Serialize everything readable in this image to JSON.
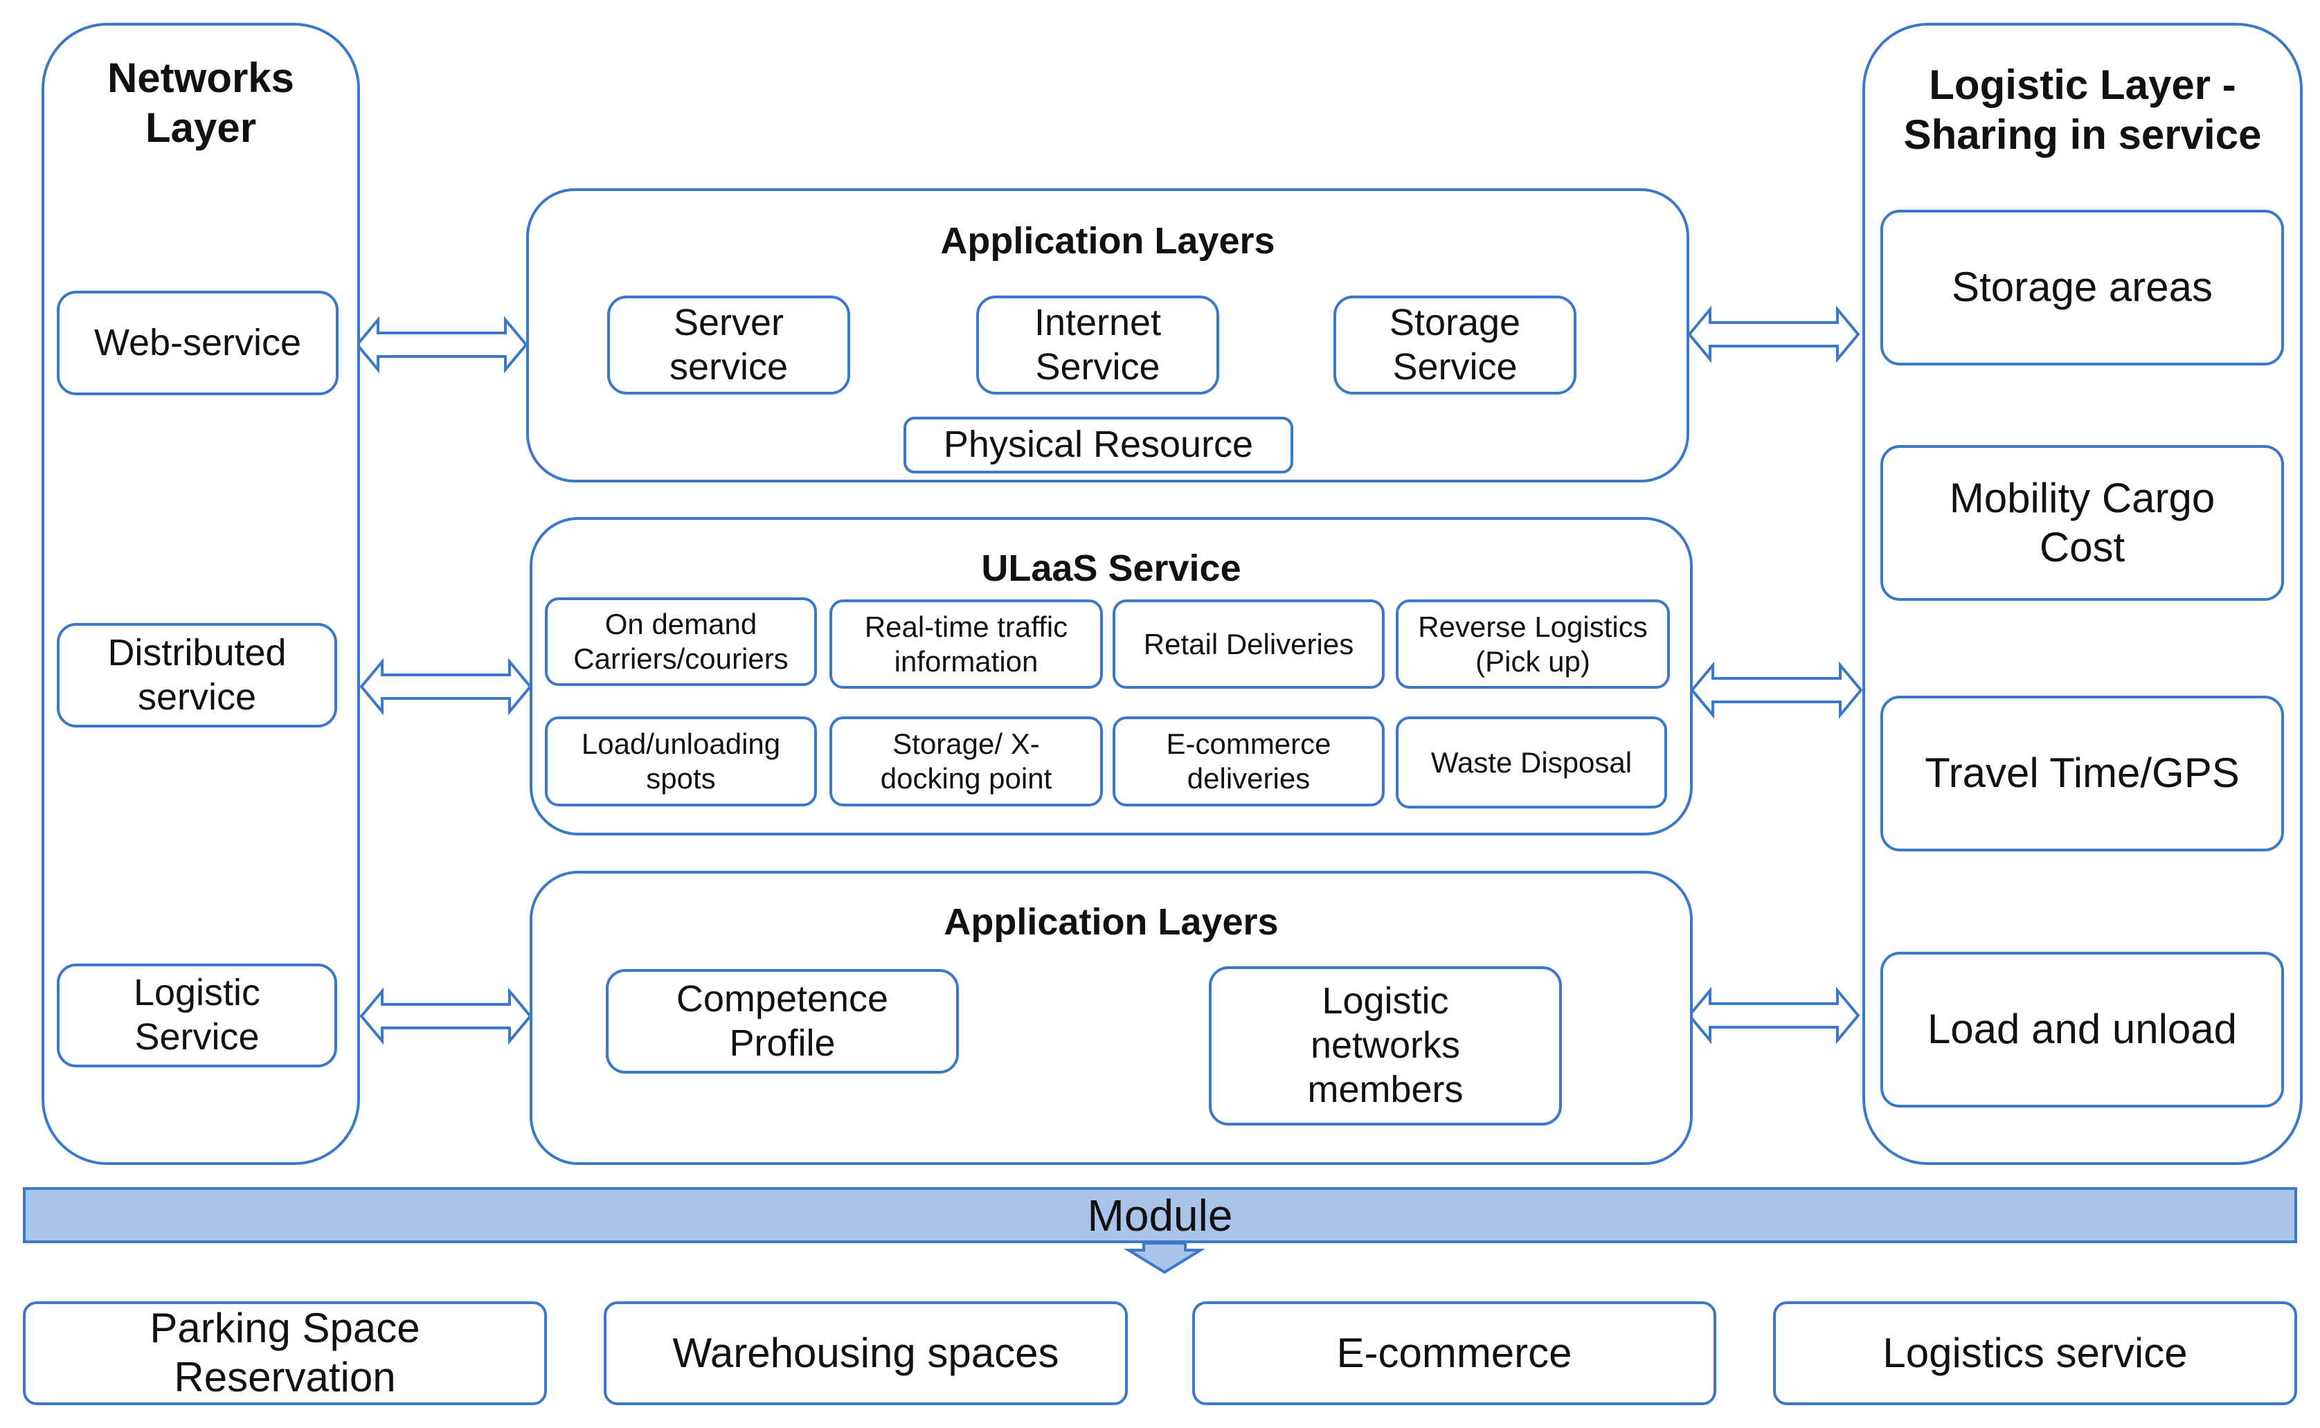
{
  "networks_layer": {
    "title": "Networks\nLayer",
    "items": [
      "Web-service",
      "Distributed\nservice",
      "Logistic\nService"
    ]
  },
  "app_layers_top": {
    "title": "Application Layers",
    "items": [
      "Server\nservice",
      "Internet\nService",
      "Storage\nService",
      "Physical Resource"
    ]
  },
  "ulaas": {
    "title": "ULaaS Service",
    "items": [
      "On demand\nCarriers/couriers",
      "Real-time traffic\ninformation",
      "Retail Deliveries",
      "Reverse Logistics\n(Pick up)",
      "Load/unloading\nspots",
      "Storage/ X-\ndocking point",
      "E-commerce\ndeliveries",
      "Waste Disposal"
    ]
  },
  "app_layers_bottom": {
    "title": "Application Layers",
    "items": [
      "Competence\nProfile",
      "Logistic\nnetworks\nmembers"
    ]
  },
  "logistic_layer": {
    "title": "Logistic Layer -\nSharing in service",
    "items": [
      "Storage areas",
      "Mobility Cargo\nCost",
      "Travel Time/GPS",
      "Load and unload"
    ]
  },
  "module": {
    "label": "Module"
  },
  "bottom_items": [
    "Parking Space\nReservation",
    "Warehousing spaces",
    "E-commerce",
    "Logistics service"
  ],
  "colors": {
    "border": "#3a78c9",
    "module_fill": "#a9c4e8"
  }
}
